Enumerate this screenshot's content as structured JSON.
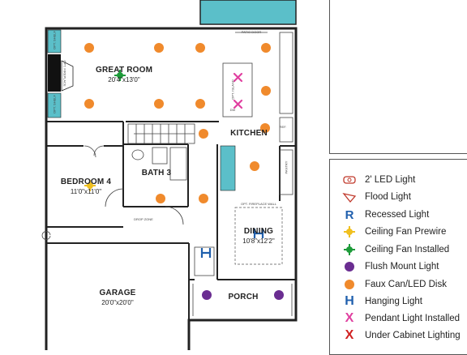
{
  "rooms": {
    "great_room": {
      "name": "GREAT ROOM",
      "dims": "20'4\"x13'0\""
    },
    "kitchen": {
      "name": "KITCHEN"
    },
    "bedroom4": {
      "name": "BEDROOM 4",
      "dims": "11'0\"x11'0\""
    },
    "bath3": {
      "name": "BATH 3"
    },
    "dining": {
      "name": "DINING",
      "dims": "10'8\"x12'2\""
    },
    "garage": {
      "name": "GARAGE",
      "dims": "20'0\"x20'0\""
    },
    "porch": {
      "name": "PORCH"
    }
  },
  "small_labels": {
    "patio_door": "PATIO DOOR",
    "drop_zone": "DROP ZONE",
    "opt_fireplace_wall": "OPT. FIREPLACE WALL",
    "opt_fireplace": "OPT. FIREPLACE",
    "opt_shelf": "OPT. SHELF",
    "opt_island": "OPT. ISLAND",
    "pantry": "PANTRY",
    "ref": "REF.",
    "dw": "DW"
  },
  "legend": {
    "items": [
      {
        "label": "2' LED Light",
        "icon": "led-strip-icon",
        "color": "#c0392b"
      },
      {
        "label": "Flood Light",
        "icon": "flood-light-icon",
        "color": "#c0392b"
      },
      {
        "label": "Recessed Light",
        "icon": "recessed-light-icon",
        "color": "#1f5fad"
      },
      {
        "label": "Ceiling Fan Prewire",
        "icon": "fan-prewire-icon",
        "color": "#f0c020"
      },
      {
        "label": "Ceiling Fan Installed",
        "icon": "fan-installed-icon",
        "color": "#1e9b3a"
      },
      {
        "label": "Flush Mount Light",
        "icon": "flush-mount-icon",
        "color": "#6a2d91"
      },
      {
        "label": "Faux Can/LED Disk",
        "icon": "faux-can-icon",
        "color": "#f08a2c"
      },
      {
        "label": "Hanging Light",
        "icon": "hanging-light-icon",
        "color": "#1f5fad"
      },
      {
        "label": "Pendant Light Installed",
        "icon": "pendant-light-icon",
        "color": "#e040a0"
      },
      {
        "label": "Under Cabinet Lighting",
        "icon": "under-cabinet-icon",
        "color": "#d02020"
      }
    ]
  },
  "colors": {
    "wall": "#222222",
    "teal": "#5bbfc9",
    "faux_can": "#f08a2c",
    "flush_mount": "#6a2d91",
    "pendant": "#e040a0",
    "fan_installed": "#1e9b3a",
    "fan_prewire": "#f0c020",
    "hanging": "#1f5fad"
  }
}
